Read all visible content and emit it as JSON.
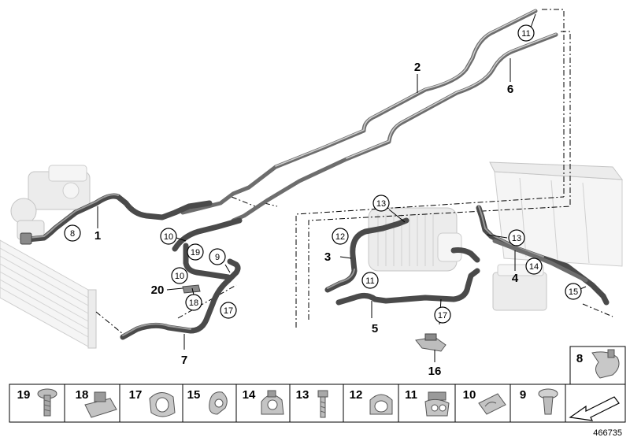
{
  "diagram": {
    "labels": {
      "l1": "1",
      "l2": "2",
      "l3": "3",
      "l4": "4",
      "l5": "5",
      "l6": "6",
      "l7": "7",
      "l16": "16",
      "l20": "20"
    },
    "callouts": {
      "c11a": "11",
      "c8": "8",
      "c10a": "10",
      "c19": "19",
      "c9": "9",
      "c10b": "10",
      "c18": "18",
      "c17a": "17",
      "c13a": "13",
      "c12": "12",
      "c11b": "11",
      "c13b": "13",
      "c14": "14",
      "c15": "15",
      "c17b": "17"
    },
    "parts_strip": [
      {
        "id": "19",
        "icon": "screw-icon"
      },
      {
        "id": "18",
        "icon": "clip-icon"
      },
      {
        "id": "17",
        "icon": "hose-clip-icon"
      },
      {
        "id": "15",
        "icon": "holder-icon"
      },
      {
        "id": "14",
        "icon": "bracket-clip-icon"
      },
      {
        "id": "13",
        "icon": "bolt-icon"
      },
      {
        "id": "12",
        "icon": "pipe-clip-icon"
      },
      {
        "id": "11",
        "icon": "double-clip-icon"
      },
      {
        "id": "10",
        "icon": "cable-clip-icon"
      },
      {
        "id": "9",
        "icon": "expanding-rivet-icon"
      }
    ],
    "inset": {
      "id": "8",
      "icon": "hose-clamp-icon"
    },
    "doc_number": "466735"
  }
}
